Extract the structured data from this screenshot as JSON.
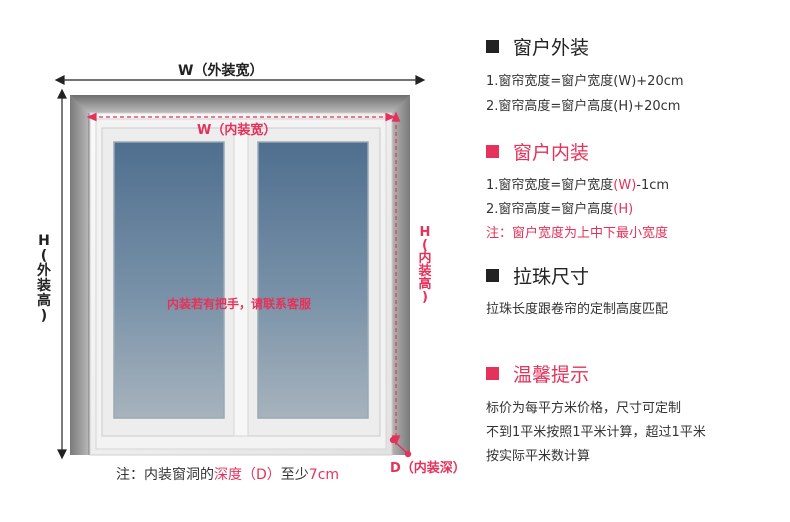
{
  "diagram": {
    "outer_width_label": "W（外装宽）",
    "inner_width_label": "W（内装宽）",
    "outer_height_label_lines": [
      "H",
      "(",
      "外",
      "装",
      "高",
      ")"
    ],
    "inner_height_label_lines": [
      "H",
      "(",
      "内",
      "装",
      "高",
      ")"
    ],
    "depth_label": "D（内装深）",
    "handle_note": "内装若有把手，请联系客服",
    "bottom_note": {
      "prefix": "注：内装窗洞的",
      "highlight": "深度（D）",
      "middle": "至少",
      "value": "7cm"
    }
  },
  "panel": {
    "sections": [
      {
        "title": "窗户外装",
        "style": "black",
        "lines": [
          "1.窗帘宽度=窗户宽度(W)+20cm",
          "2.窗帘高度=窗户高度(H)+20cm"
        ]
      },
      {
        "title": "窗户内装",
        "style": "pink",
        "line1": {
          "prefix": "1.窗帘宽度=窗户宽度",
          "highlight": "(W)",
          "suffix": "-1cm"
        },
        "line2": {
          "prefix": "2.窗帘高度=窗户高度",
          "highlight": "(H)"
        },
        "note": "注：窗户宽度为上中下最小宽度"
      },
      {
        "title": "拉珠尺寸",
        "style": "black",
        "lines": [
          "拉珠长度跟卷帘的定制高度匹配"
        ]
      },
      {
        "title": "温馨提示",
        "style": "pink",
        "lines": [
          "标价为每平方米价格，尺寸可定制",
          "不到1平米按照1平米计算，超过1平米",
          "按实际平米数计算"
        ]
      }
    ]
  },
  "colors": {
    "accent": "#e5325a",
    "text": "#333333",
    "frame_gray": "#8d8d8d"
  }
}
